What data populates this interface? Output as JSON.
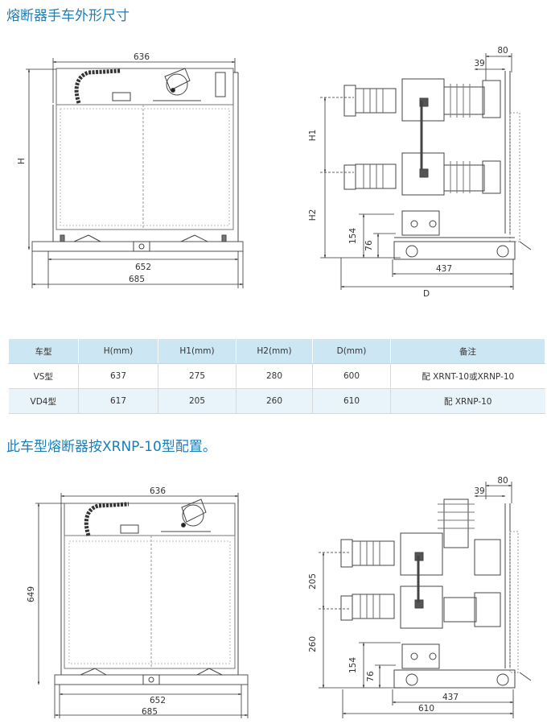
{
  "section1": {
    "title": "熔断器手车外形尺寸",
    "front": {
      "top": "636",
      "h": "H",
      "mid": "652",
      "bottom": "685"
    },
    "side": {
      "d80": "80",
      "d39": "39",
      "h1": "H1",
      "h2": "H2",
      "d154": "154",
      "d76": "76",
      "d437": "437",
      "d": "D"
    }
  },
  "table": {
    "headers": [
      "车型",
      "H(mm)",
      "H1(mm)",
      "H2(mm)",
      "D(mm)",
      "备注"
    ],
    "rows": [
      [
        "VS型",
        "637",
        "275",
        "280",
        "600",
        "配 XRNT-10或XRNP-10"
      ],
      [
        "VD4型",
        "617",
        "205",
        "260",
        "610",
        "配 XRNP-10"
      ]
    ]
  },
  "section2": {
    "title": "此车型熔断器按XRNP-10型配置。",
    "front": {
      "top": "636",
      "h": "649",
      "mid": "652",
      "bottom": "685"
    },
    "side": {
      "d80": "80",
      "d39": "39",
      "h1": "205",
      "h2": "260",
      "d154": "154",
      "d76": "76",
      "d437": "437",
      "d": "610"
    }
  }
}
